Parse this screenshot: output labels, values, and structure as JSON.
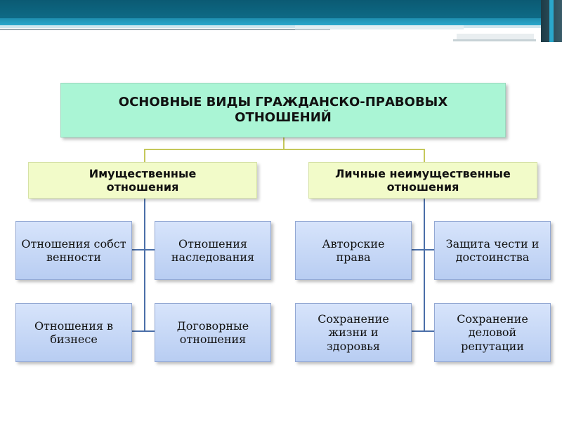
{
  "title": "ОСНОВНЫЕ ВИДЫ ГРАЖДАНСКО-ПРАВОВЫХ ОТНОШЕНИЙ",
  "categories": [
    {
      "label": "Имущественные отношения",
      "items": [
        "Отношения собственности",
        "Отношения наследования",
        "Отношения в бизнесе",
        "Договорные отношения"
      ]
    },
    {
      "label": "Личные неимущественные отношения",
      "items": [
        "Авторские права",
        "Защита чести и достоинства",
        "Сохранение жизни и здоровья",
        "Сохранение деловой репутации"
      ]
    }
  ],
  "colors": {
    "title_fill": "#aaf5d5",
    "category_fill": "#f2fbc9",
    "leaf_fill": "#c7d8f6",
    "header_band": "#0e6a86",
    "connector_yellow": "#c5c85b",
    "connector_blue": "#4a6ea8"
  }
}
